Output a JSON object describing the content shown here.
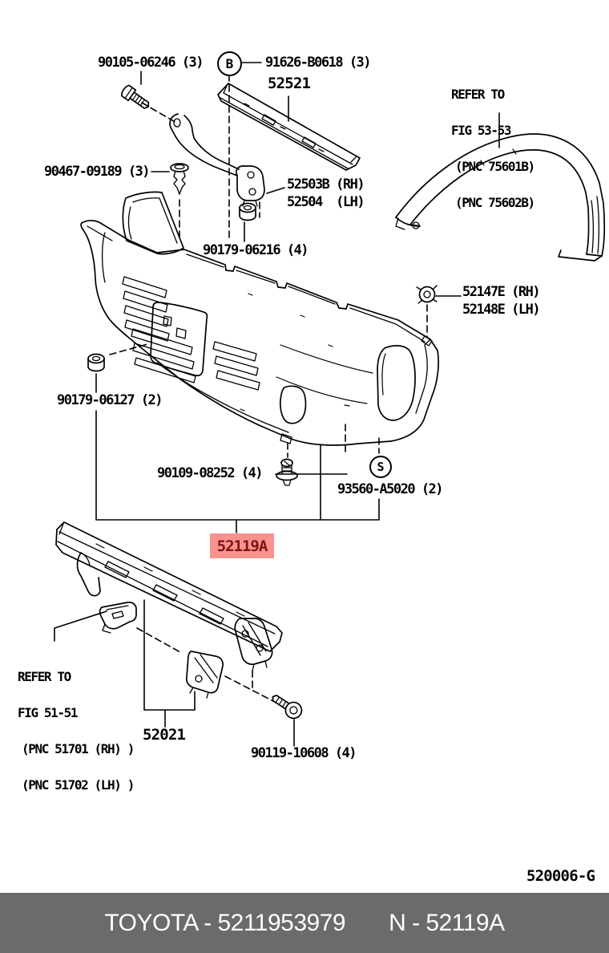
{
  "labels": {
    "l90105": "90105-06246 (3)",
    "l91626": "91626-B0618 (3)",
    "l52521": "52521",
    "l90467": "90467-09189 (3)",
    "l52503b": "52503B (RH)",
    "l52504": "52504  (LH)",
    "l90179_06216": "90179-06216 (4)",
    "l52147e": "52147E (RH)",
    "l52148e": "52148E (LH)",
    "l90179_06127": "90179-06127 (2)",
    "l90109": "90109-08252 (4)",
    "l93560": "93560-A5020 (2)",
    "l52021": "52021",
    "l90119": "90119-10608 (4)"
  },
  "notes": {
    "fig5353": [
      "REFER TO",
      "FIG 53-53",
      "(PNC 75601B)",
      "(PNC 75602B)"
    ],
    "fig5151": [
      "REFER TO",
      "FIG 51-51",
      "(PNC 51701 (RH) )",
      "(PNC 51702 (LH) )"
    ]
  },
  "markers": {
    "b": "B",
    "s": "S"
  },
  "highlight": {
    "text": "52119A",
    "bg": "#F8928D",
    "fg": "#7E1410"
  },
  "figure_code": "520006-G",
  "footer": {
    "left": "TOYOTA - 5211953979",
    "right": "N - 52119A",
    "bg": "#6B6B6B"
  }
}
